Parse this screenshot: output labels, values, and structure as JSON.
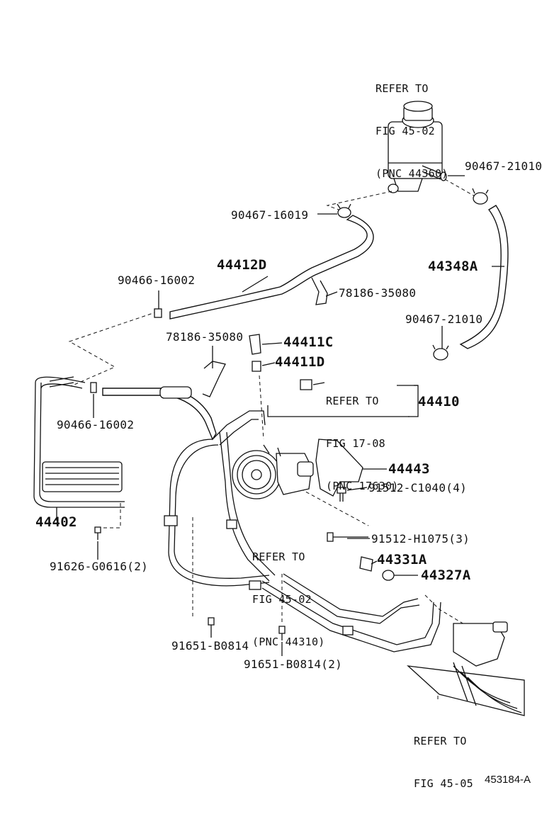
{
  "refs": {
    "reservoir": [
      "REFER TO",
      "FIG 45-02",
      "(PNC 44360)"
    ],
    "switch": [
      "REFER TO",
      "FIG 17-08",
      "(PNC 17630)"
    ],
    "pump": [
      "REFER TO",
      "FIG 45-02",
      "(PNC 44310)"
    ],
    "gear": [
      "REFER TO",
      "FIG 45-05"
    ]
  },
  "parts": {
    "p_90467_21010_a": "90467-21010",
    "p_90467_16019": "90467-16019",
    "p_44348A": "44348A",
    "p_44412D": "44412D",
    "p_90466_16002_a": "90466-16002",
    "p_78186_35080_a": "78186-35080",
    "p_90467_21010_b": "90467-21010",
    "p_78186_35080_b": "78186-35080",
    "p_44411C": "44411C",
    "p_44411D": "44411D",
    "p_44410": "44410",
    "p_90466_16002_b": "90466-16002",
    "p_44443": "44443",
    "p_91512_C1040": "91512-C1040(4)",
    "p_44402": "44402",
    "p_91512_H1075": "91512-H1075(3)",
    "p_44331A": "44331A",
    "p_44327A": "44327A",
    "p_91626_G0616": "91626-G0616(2)",
    "p_91651_B0814_a": "91651-B0814",
    "p_91651_B0814_b": "91651-B0814(2)"
  },
  "diagram_code": "453184-A"
}
